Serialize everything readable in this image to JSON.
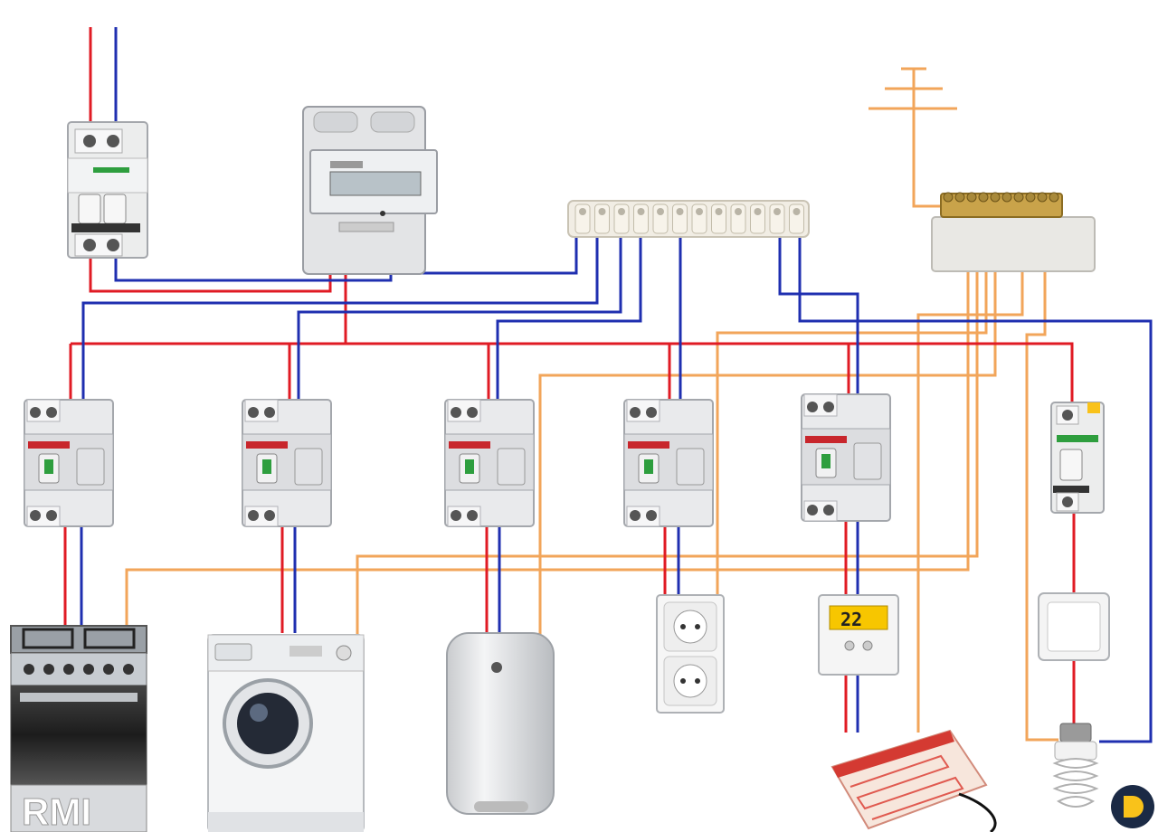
{
  "colors": {
    "phase": "#e01b24",
    "neutral": "#1f2fb0",
    "ground": "#f2a55a",
    "device_gray": "#e6e7e9",
    "device_edge": "#9a9da3",
    "red_stripe": "#c8262c",
    "green_flag": "#2e9e3e",
    "thermostat_screen": "#f7c600",
    "logo_blue": "#1b2a45",
    "logo_yellow": "#f9c21a"
  },
  "components": {
    "main_breaker": {
      "icon": "double-pole-breaker"
    },
    "meter": {
      "icon": "electric-meter"
    },
    "neutral_bus": {
      "icon": "neutral-terminal-block"
    },
    "ground_bus": {
      "icon": "ground-terminal-block"
    },
    "ground_symbol": {
      "icon": "earth-ground-symbol"
    },
    "rcbo_count": 5,
    "lighting_breaker": {
      "icon": "single-pole-breaker"
    }
  },
  "loads": [
    {
      "id": "stove",
      "icon": "gas-stove-icon"
    },
    {
      "id": "washer",
      "icon": "washing-machine-icon"
    },
    {
      "id": "boiler",
      "icon": "water-heater-icon"
    },
    {
      "id": "sockets",
      "icon": "double-socket-icon"
    },
    {
      "id": "floor_heating",
      "icon": "floor-heating-mat-icon"
    },
    {
      "id": "lamp",
      "icon": "energy-saving-lamp-icon"
    }
  ],
  "thermostat": {
    "display": "22",
    "icon": "thermostat-icon"
  },
  "switch": {
    "icon": "light-switch-icon"
  },
  "stove_partial_text": "RMI",
  "logo": {
    "icon": "brand-logo-icon"
  }
}
